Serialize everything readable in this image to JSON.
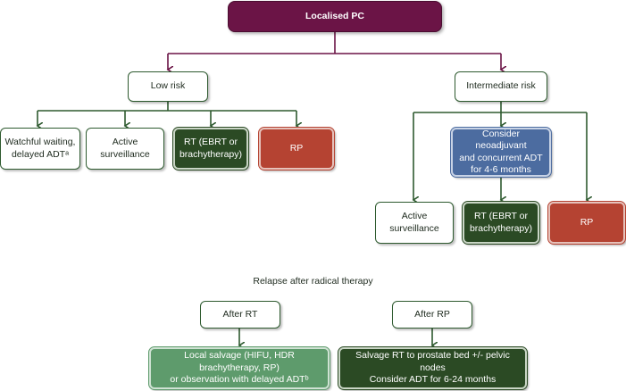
{
  "nodes": {
    "root": "Localised PC",
    "low_risk": "Low risk",
    "intermediate_risk": "Intermediate risk",
    "watchful_waiting": "Watchful waiting,\ndelayed ADTᵃ",
    "active_surveillance_low": "Active surveillance",
    "rt_low": "RT (EBRT or\nbrachytherapy)",
    "rp_low": "RP",
    "neoadjuvant": "Consider neoadjuvant\nand concurrent ADT\nfor 4-6 months",
    "active_surveillance_int": "Active surveillance",
    "rt_int": "RT (EBRT or\nbrachytherapy)",
    "rp_int": "RP",
    "after_rt": "After RT",
    "after_rp": "After RP",
    "local_salvage": "Local salvage (HIFU, HDR brachytherapy, RP)\nor observation with delayed ADTᵇ",
    "salvage_rt": "Salvage RT to prostate bed +/- pelvic nodes\nConsider ADT for 6-24 months"
  },
  "section_title": "Relapse after radical therapy",
  "colors": {
    "root": "#6b1446",
    "dark_green": "#2b4a24",
    "red": "#b54332",
    "blue": "#4c6ca0",
    "light_green": "#5e9b6c",
    "connector_root": "#6b1446",
    "connector_green": "#2e5a2f"
  }
}
